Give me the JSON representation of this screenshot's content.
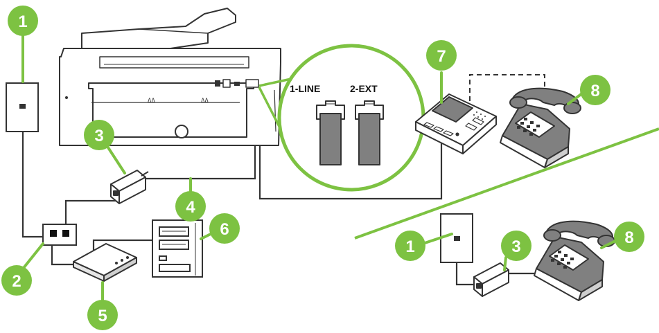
{
  "callouts": [
    {
      "id": "c1a",
      "number": "1"
    },
    {
      "id": "c2",
      "number": "2"
    },
    {
      "id": "c3a",
      "number": "3"
    },
    {
      "id": "c4",
      "number": "4"
    },
    {
      "id": "c5",
      "number": "5"
    },
    {
      "id": "c6",
      "number": "6"
    },
    {
      "id": "c7",
      "number": "7"
    },
    {
      "id": "c8a",
      "number": "8"
    },
    {
      "id": "c1b",
      "number": "1"
    },
    {
      "id": "c3b",
      "number": "3"
    },
    {
      "id": "c8b",
      "number": "8"
    }
  ],
  "ports": {
    "line_label": "1-LINE",
    "ext_label": "2-EXT"
  },
  "colors": {
    "callout": "#7dc242",
    "line": "#333333",
    "fill": "#ffffff"
  }
}
